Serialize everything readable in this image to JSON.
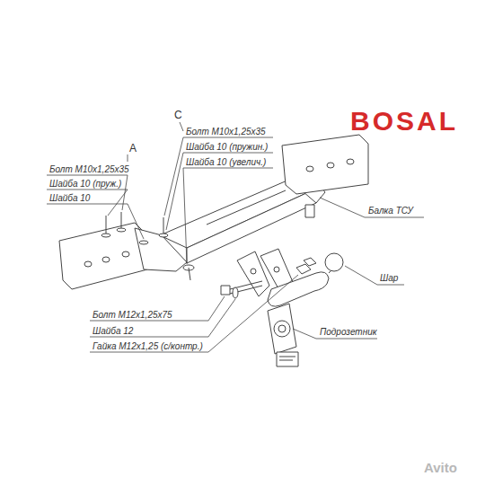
{
  "diagram": {
    "labels": [
      "BOSAL",
      "A",
      "Болт М10х1,25х35",
      "Шайба 10 (пруж.)",
      "Шайба 10",
      "C",
      "Болт М10х1,25х35",
      "Шайба 10 (пружин.)",
      "Шайба 10 (увелич.)",
      "Балка ТСУ",
      "Шар",
      "Болт М12х1,25х75",
      "Шайба 12",
      "Гайка М12х1,25 (с/контр.)",
      "Подрозетник",
      "Avito"
    ]
  }
}
